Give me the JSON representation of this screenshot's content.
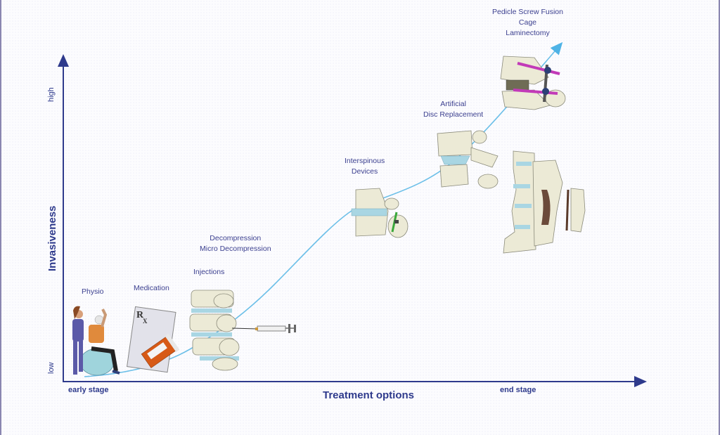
{
  "axes": {
    "y_title": "Invasiveness",
    "y_low": "low",
    "y_high": "high",
    "x_title": "Treatment options",
    "x_start": "early stage",
    "x_end": "end stage"
  },
  "colors": {
    "axis": "#2e3a8c",
    "curve": "#6bbfe8",
    "label": "#3b3f8f",
    "bone": "#ecead6",
    "disc": "#a9d6e3",
    "screw": "#c23ab8",
    "implant": "#3aa83a"
  },
  "stages": [
    {
      "label_lines": [
        "Physio"
      ],
      "illustration": "physiotherapist-patient-ball"
    },
    {
      "label_lines": [
        "Medication"
      ],
      "illustration": "prescription-pill-bottle"
    },
    {
      "label_lines": [
        "Injections"
      ],
      "illustration": "spine-syringe"
    },
    {
      "label_lines": [
        "Decompression",
        "Micro Decompression"
      ],
      "illustration": "decompressed-spine"
    },
    {
      "label_lines": [
        "Interspinous",
        "Devices"
      ],
      "illustration": "interspinous-implant-vertebra"
    },
    {
      "label_lines": [
        "Artificial",
        "Disc Replacement"
      ],
      "illustration": "artificial-disc-vertebrae"
    },
    {
      "label_lines": [
        "Pedicle Screw Fusion",
        "Cage",
        "Laminectomy"
      ],
      "illustration": "pedicle-screw-fusion"
    }
  ],
  "icons": {
    "rx": "R",
    "rx_sub": "X"
  }
}
